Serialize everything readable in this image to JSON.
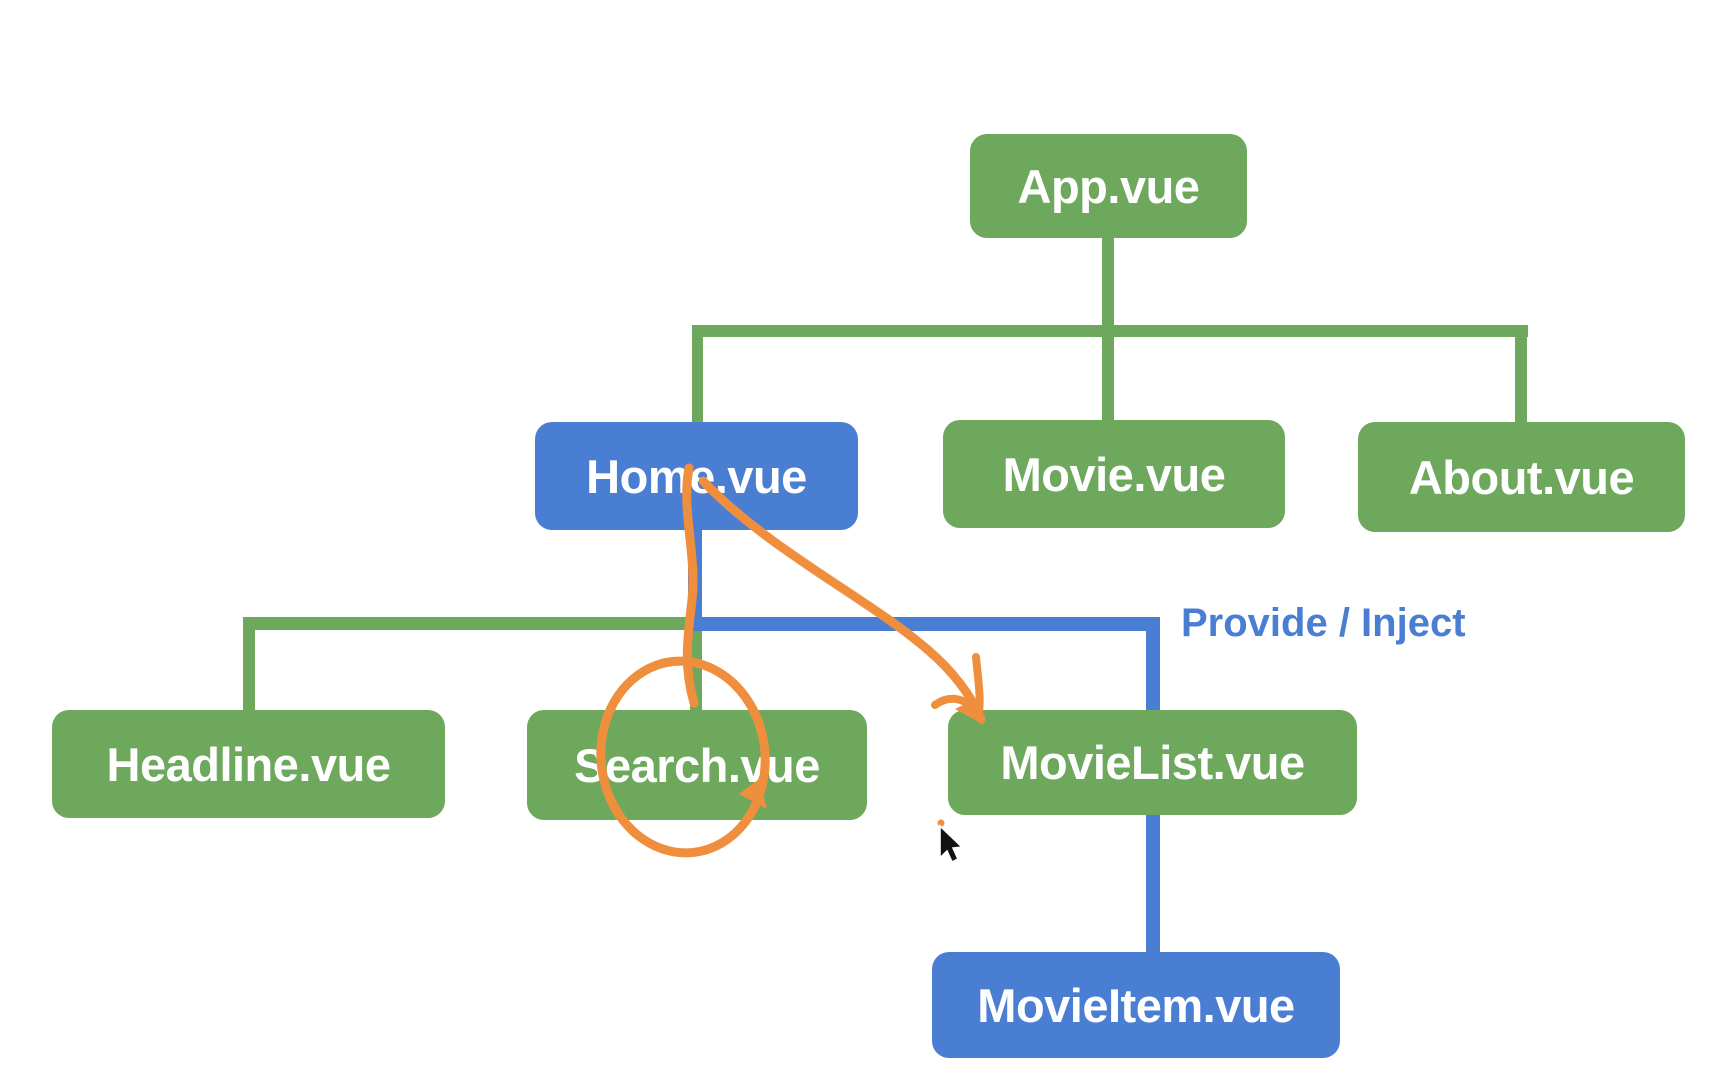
{
  "diagram": {
    "title_hint": "Vue component tree",
    "nodes": {
      "app": {
        "label": "App.vue",
        "color": "#6da85c"
      },
      "home": {
        "label": "Home.vue",
        "color": "#4a7ed3"
      },
      "movie": {
        "label": "Movie.vue",
        "color": "#6da85c"
      },
      "about": {
        "label": "About.vue",
        "color": "#6da85c"
      },
      "headline": {
        "label": "Headline.vue",
        "color": "#6da85c"
      },
      "search": {
        "label": "Search.vue",
        "color": "#6da85c"
      },
      "movielist": {
        "label": "MovieList.vue",
        "color": "#6da85c"
      },
      "movieitem": {
        "label": "MovieItem.vue",
        "color": "#4a7ed3"
      }
    },
    "edges": [
      {
        "from": "app",
        "to": "home",
        "color": "#6da85c"
      },
      {
        "from": "app",
        "to": "movie",
        "color": "#6da85c"
      },
      {
        "from": "app",
        "to": "about",
        "color": "#6da85c"
      },
      {
        "from": "home",
        "to": "headline",
        "color": "#6da85c"
      },
      {
        "from": "home",
        "to": "search",
        "color": "#6da85c"
      },
      {
        "from": "home",
        "to": "movielist",
        "color": "#4a7ed3"
      },
      {
        "from": "movielist",
        "to": "movieitem",
        "color": "#4a7ed3"
      }
    ],
    "annotations": {
      "provide_inject_label": "Provide / Inject",
      "pen_marks": [
        "orange stroke from Home.vue down to an ellipse circling Search.vue ending in an arrowhead",
        "orange curved arrow from Home.vue to top-left corner of MovieList.vue"
      ]
    },
    "colors": {
      "green": "#6da85c",
      "blue": "#4a7ed3",
      "orange": "#ef8f3e",
      "node_text": "#ffffff",
      "background": "#ffffff"
    }
  }
}
